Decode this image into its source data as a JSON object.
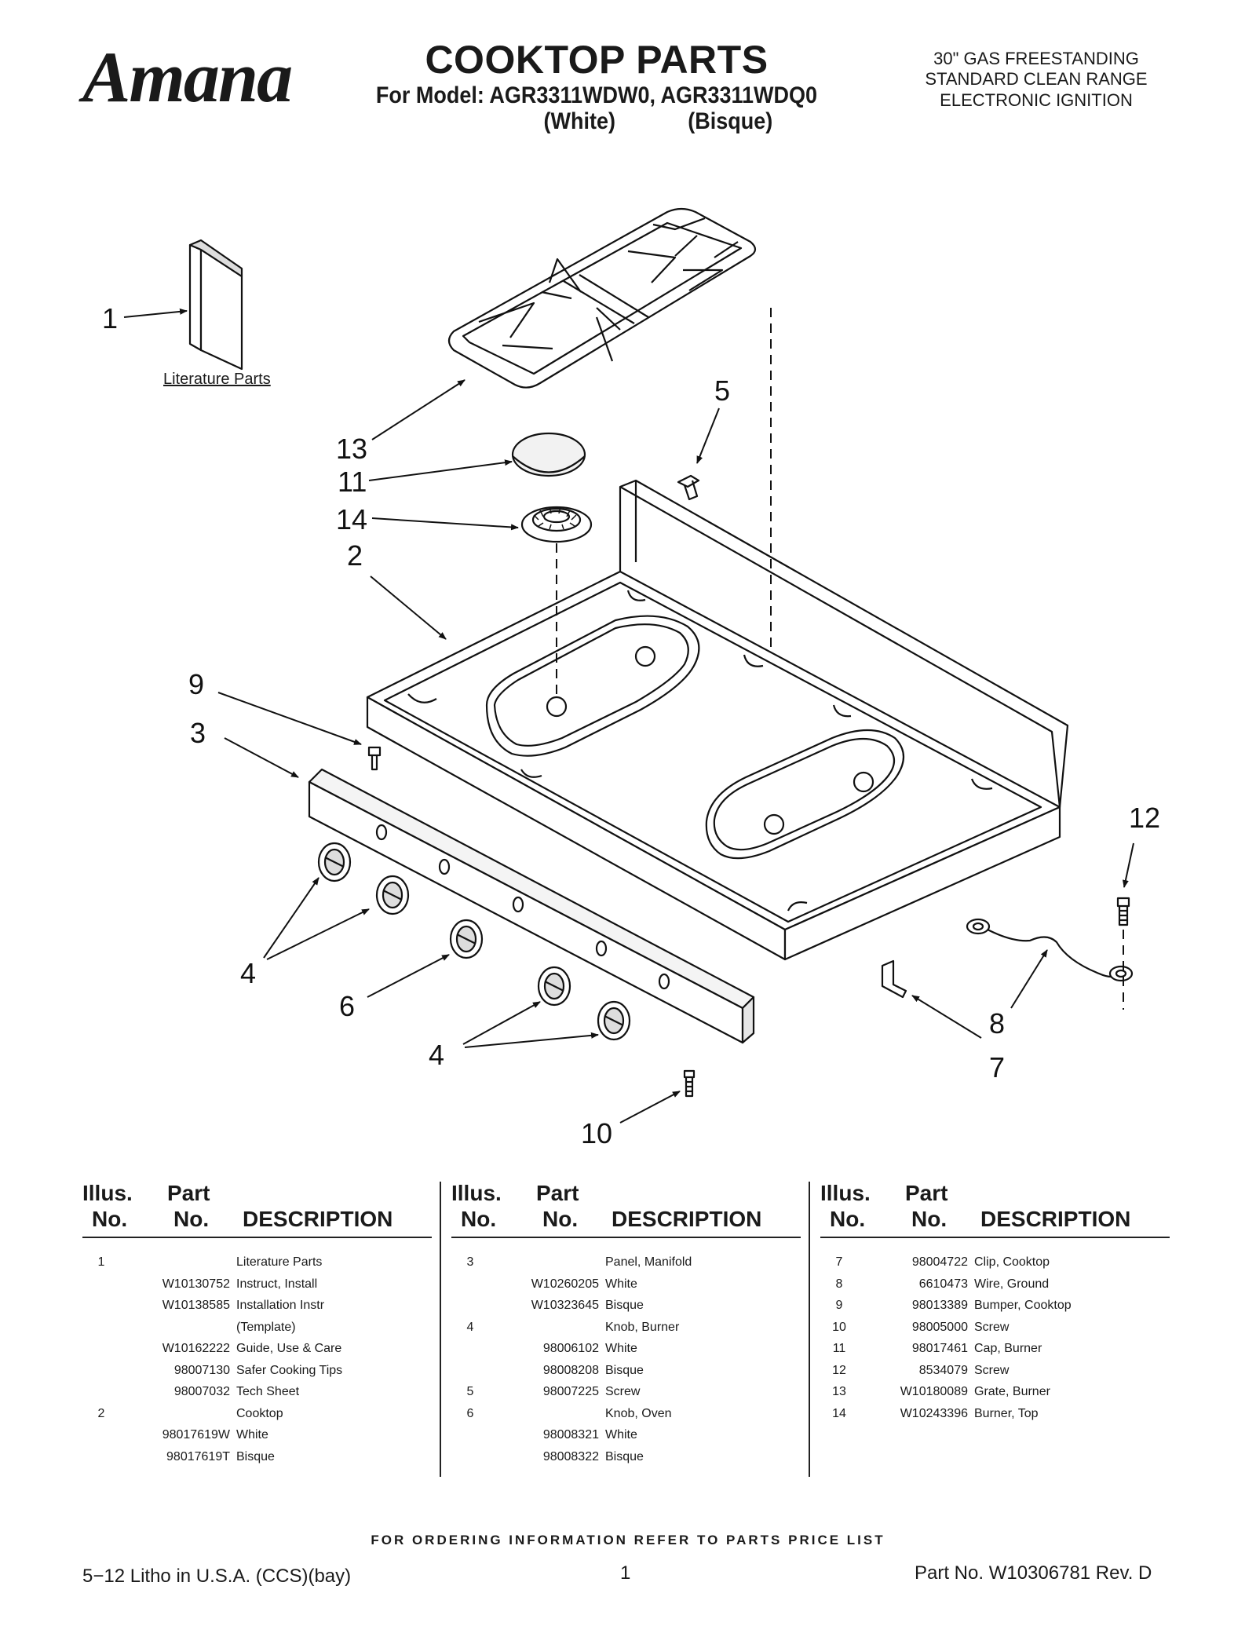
{
  "header": {
    "brand": "Amana",
    "title": "COOKTOP PARTS",
    "model_line": "For Model: AGR3311WDW0, AGR3311WDQ0",
    "variant_white": "(White)",
    "variant_bisque": "(Bisque)",
    "range_type": [
      "30\" GAS FREESTANDING",
      "STANDARD CLEAN RANGE",
      "ELECTRONIC IGNITION"
    ]
  },
  "diagram": {
    "literature_label": "Literature Parts",
    "callouts": {
      "c1": "1",
      "c2": "2",
      "c3": "3",
      "c4a": "4",
      "c4b": "4",
      "c5": "5",
      "c6": "6",
      "c7": "7",
      "c8": "8",
      "c9": "9",
      "c10": "10",
      "c11": "11",
      "c12": "12",
      "c13": "13",
      "c14": "14"
    }
  },
  "table": {
    "headers": {
      "illus": "Illus.",
      "no": "No.",
      "part": "Part",
      "part_no": "No.",
      "description": "DESCRIPTION"
    },
    "columns": [
      [
        {
          "illus": "1",
          "part": "",
          "desc": "Literature Parts"
        },
        {
          "illus": "",
          "part": "W10130752",
          "desc": "Instruct, Install"
        },
        {
          "illus": "",
          "part": "W10138585",
          "desc": "Installation Instr"
        },
        {
          "illus": "",
          "part": "",
          "desc": "(Template)"
        },
        {
          "illus": "",
          "part": "W10162222",
          "desc": "Guide, Use & Care"
        },
        {
          "illus": "",
          "part": "98007130",
          "desc": "Safer Cooking Tips"
        },
        {
          "illus": "",
          "part": "98007032",
          "desc": "Tech Sheet"
        },
        {
          "illus": "2",
          "part": "",
          "desc": "Cooktop"
        },
        {
          "illus": "",
          "part": "98017619W",
          "desc": "White"
        },
        {
          "illus": "",
          "part": "98017619T",
          "desc": "Bisque"
        }
      ],
      [
        {
          "illus": "3",
          "part": "",
          "desc": "Panel, Manifold"
        },
        {
          "illus": "",
          "part": "W10260205",
          "desc": "White"
        },
        {
          "illus": "",
          "part": "W10323645",
          "desc": "Bisque"
        },
        {
          "illus": "4",
          "part": "",
          "desc": "Knob, Burner"
        },
        {
          "illus": "",
          "part": "98006102",
          "desc": "White"
        },
        {
          "illus": "",
          "part": "98008208",
          "desc": "Bisque"
        },
        {
          "illus": "5",
          "part": "98007225",
          "desc": "Screw"
        },
        {
          "illus": "6",
          "part": "",
          "desc": "Knob, Oven"
        },
        {
          "illus": "",
          "part": "98008321",
          "desc": "White"
        },
        {
          "illus": "",
          "part": "98008322",
          "desc": "Bisque"
        }
      ],
      [
        {
          "illus": "7",
          "part": "98004722",
          "desc": "Clip, Cooktop"
        },
        {
          "illus": "8",
          "part": "6610473",
          "desc": "Wire, Ground"
        },
        {
          "illus": "9",
          "part": "98013389",
          "desc": "Bumper, Cooktop"
        },
        {
          "illus": "10",
          "part": "98005000",
          "desc": "Screw"
        },
        {
          "illus": "11",
          "part": "98017461",
          "desc": "Cap, Burner"
        },
        {
          "illus": "12",
          "part": "8534079",
          "desc": "Screw"
        },
        {
          "illus": "13",
          "part": "W10180089",
          "desc": "Grate, Burner"
        },
        {
          "illus": "14",
          "part": "W10243396",
          "desc": "Burner, Top"
        }
      ]
    ]
  },
  "footer": {
    "ordering": "FOR ORDERING INFORMATION REFER TO PARTS PRICE LIST",
    "litho": "5−12 Litho in U.S.A. (CCS)(bay)",
    "page": "1",
    "part_no": "Part No. W10306781 Rev. D"
  }
}
